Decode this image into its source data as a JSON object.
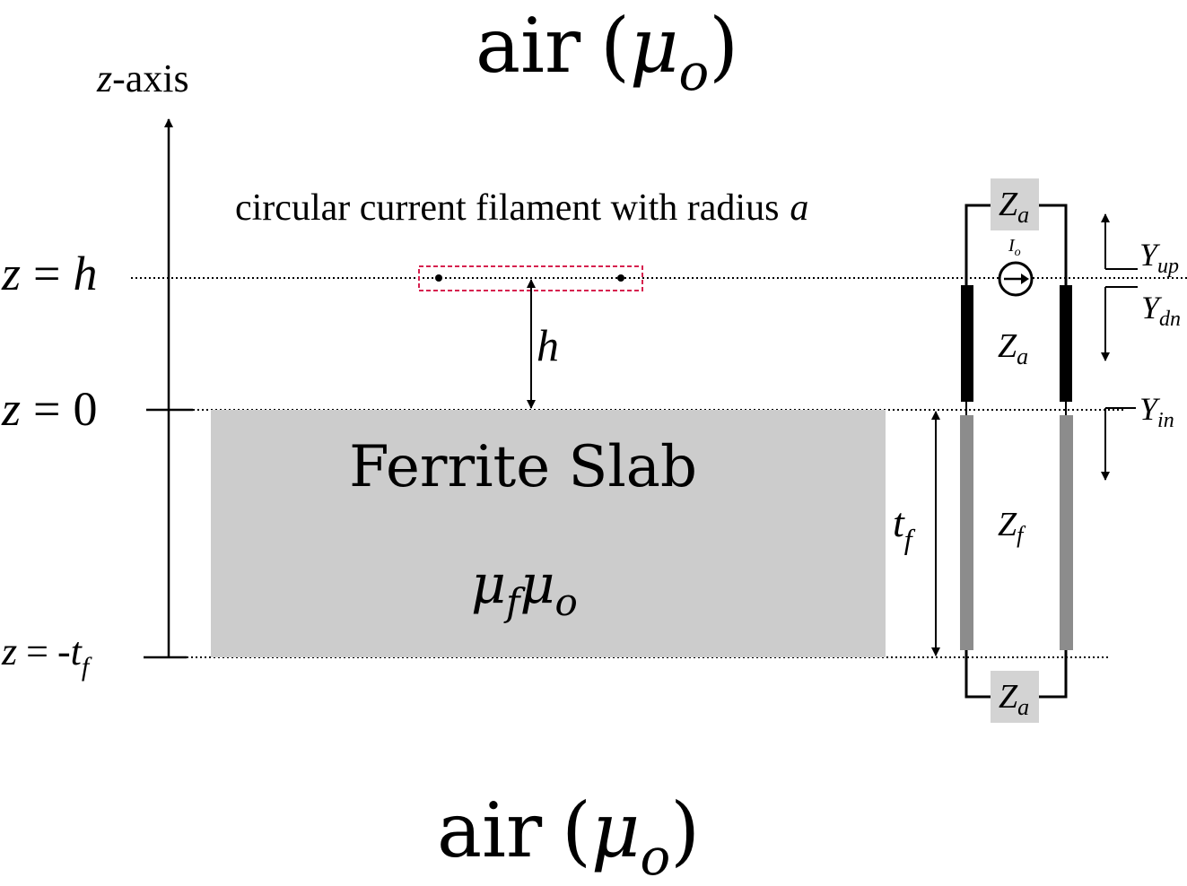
{
  "top_medium": {
    "word": "air",
    "symbol": "μ",
    "sub": "o"
  },
  "bottom_medium": {
    "word": "air",
    "symbol": "μ",
    "sub": "o"
  },
  "axis": {
    "var": "z",
    "suffix": "-axis"
  },
  "levels": {
    "h": {
      "var": "z",
      "eq": "=",
      "val": "h"
    },
    "zero": {
      "var": "z",
      "eq": "=",
      "val": "0"
    },
    "tf": {
      "var": "z",
      "eq": "=",
      "prefix": "-",
      "val": "t",
      "sub": "f"
    }
  },
  "filament_label": {
    "text": "circular current filament with radius",
    "var": "a"
  },
  "height_label": "h",
  "slab": {
    "title": "Ferrite Slab",
    "mu1": "μ",
    "mu1_sub": "f",
    "mu2": "μ",
    "mu2_sub": "o",
    "fill": "#cccccc"
  },
  "thickness_label": {
    "val": "t",
    "sub": "f"
  },
  "circuit": {
    "za_top": {
      "val": "Z",
      "sub": "a"
    },
    "za_mid": {
      "val": "Z",
      "sub": "a"
    },
    "za_bottom": {
      "val": "Z",
      "sub": "a"
    },
    "zf": {
      "val": "Z",
      "sub": "f"
    },
    "source": {
      "val": "I",
      "sub": "o"
    },
    "y_up": {
      "val": "Y",
      "sub": "up"
    },
    "y_dn": {
      "val": "Y",
      "sub": "dn"
    },
    "y_in": {
      "val": "Y",
      "sub": "in"
    },
    "box_fill": "#d3d3d3",
    "ferrite_line_color": "#8c8c8c"
  },
  "colors": {
    "filament_box": "#d6204e",
    "ink": "#000000"
  }
}
